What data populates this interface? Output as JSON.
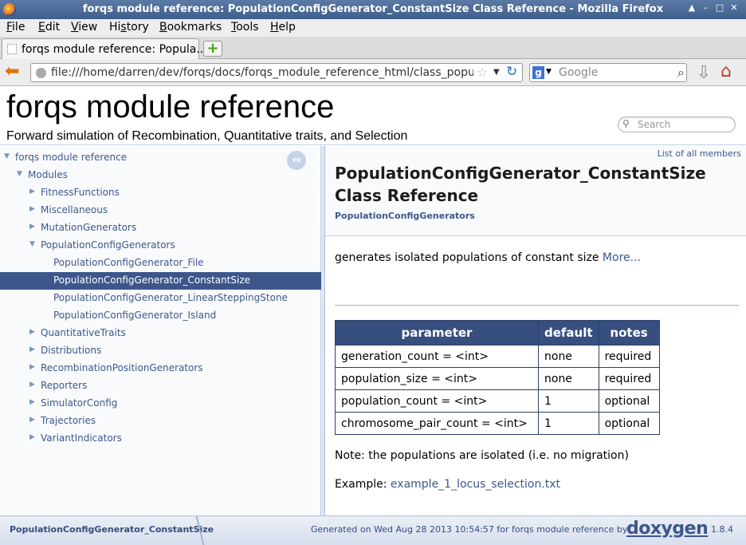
{
  "window": {
    "title": "forqs module reference: PopulationConfigGenerator_ConstantSize Class Reference - Mozilla Firefox"
  },
  "menu": [
    "File",
    "Edit",
    "View",
    "History",
    "Bookmarks",
    "Tools",
    "Help"
  ],
  "menu_access_keys": [
    "F",
    "E",
    "V",
    "s",
    "B",
    "T",
    "H"
  ],
  "tab": {
    "label": "forqs module reference: Popula..."
  },
  "nav": {
    "url": "file:///home/darren/dev/forqs/docs/forqs_module_reference_html/class_populatior",
    "search_placeholder": "Google"
  },
  "doxygen": {
    "project_name": "forqs module reference",
    "project_brief": "Forward simulation of Recombination, Quantitative traits, and Selection",
    "search_placeholder": "Search"
  },
  "tree": [
    {
      "label": "forqs module reference",
      "level": 0,
      "arrow": "▼"
    },
    {
      "label": "Modules",
      "level": 1,
      "arrow": "▼"
    },
    {
      "label": "FitnessFunctions",
      "level": 2,
      "arrow": "▶"
    },
    {
      "label": "Miscellaneous",
      "level": 2,
      "arrow": "▶"
    },
    {
      "label": "MutationGenerators",
      "level": 2,
      "arrow": "▶"
    },
    {
      "label": "PopulationConfigGenerators",
      "level": 2,
      "arrow": "▼"
    },
    {
      "label": "PopulationConfigGenerator_File",
      "level": 3,
      "arrow": ""
    },
    {
      "label": "PopulationConfigGenerator_ConstantSize",
      "level": 3,
      "arrow": "",
      "selected": true
    },
    {
      "label": "PopulationConfigGenerator_LinearSteppingStone",
      "level": 3,
      "arrow": ""
    },
    {
      "label": "PopulationConfigGenerator_Island",
      "level": 3,
      "arrow": ""
    },
    {
      "label": "QuantitativeTraits",
      "level": 2,
      "arrow": "▶"
    },
    {
      "label": "Distributions",
      "level": 2,
      "arrow": "▶"
    },
    {
      "label": "RecombinationPositionGenerators",
      "level": 2,
      "arrow": "▶"
    },
    {
      "label": "Reporters",
      "level": 2,
      "arrow": "▶"
    },
    {
      "label": "SimulatorConfig",
      "level": 2,
      "arrow": "▶"
    },
    {
      "label": "Trajectories",
      "level": 2,
      "arrow": "▶"
    },
    {
      "label": "VariantIndicators",
      "level": 2,
      "arrow": "▶"
    }
  ],
  "content": {
    "summary_link": "List of all members",
    "title_line1": "PopulationConfigGenerator_ConstantSize",
    "title_line2": "Class Reference",
    "ingroup": "PopulationConfigGenerators",
    "brief": "generates isolated populations of constant size",
    "more": "More...",
    "table": {
      "headers": [
        "parameter",
        "default",
        "notes"
      ],
      "rows": [
        [
          "generation_count = <int>",
          "none",
          "required"
        ],
        [
          "population_size = <int>",
          "none",
          "required"
        ],
        [
          "population_count = <int>",
          "1",
          "optional"
        ],
        [
          "chromosome_pair_count = <int>",
          "1",
          "optional"
        ]
      ]
    },
    "note": "Note: the populations are isolated (i.e. no migration)",
    "example_label": "Example:",
    "example_link": "example_1_locus_selection.txt"
  },
  "footer": {
    "breadcrumb": "PopulationConfigGenerator_ConstantSize",
    "generated": "Generated on Wed Aug 28 2013 10:54:57 for forqs module reference by",
    "logo_text": "doxygen",
    "version": "1.8.4"
  },
  "colors": {
    "doxygen_blue": "#3d578c",
    "table_header": "#374f7f",
    "selection": "#3d578c"
  }
}
